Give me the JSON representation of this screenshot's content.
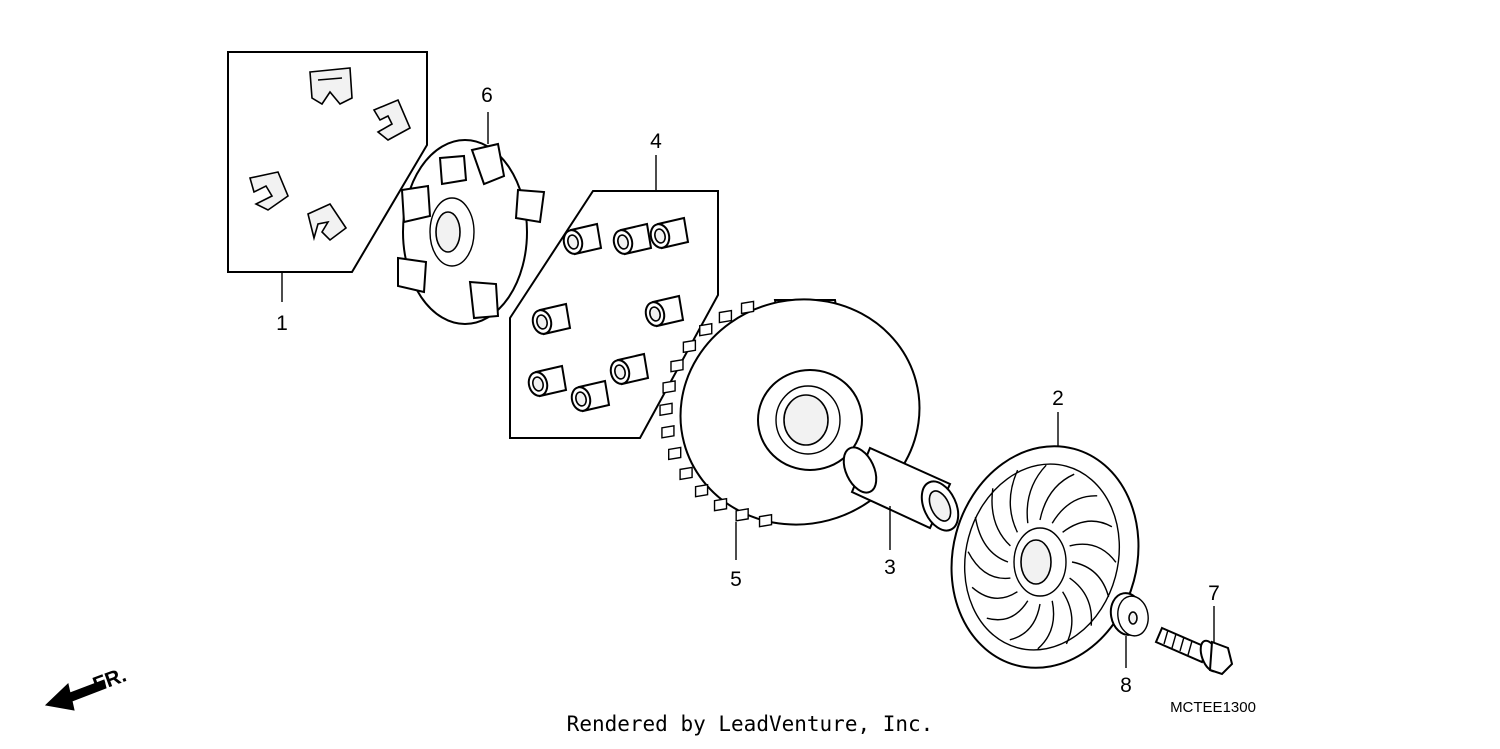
{
  "callouts": {
    "c1": "1",
    "c2": "2",
    "c3": "3",
    "c4": "4",
    "c5": "5",
    "c6": "6",
    "c7": "7",
    "c8": "8"
  },
  "diagram_code": "MCTEE1300",
  "direction_label": "FR.",
  "footer": "Rendered by LeadVenture, Inc.",
  "icons": {
    "front_arrow": "front-direction-arrow-icon"
  }
}
